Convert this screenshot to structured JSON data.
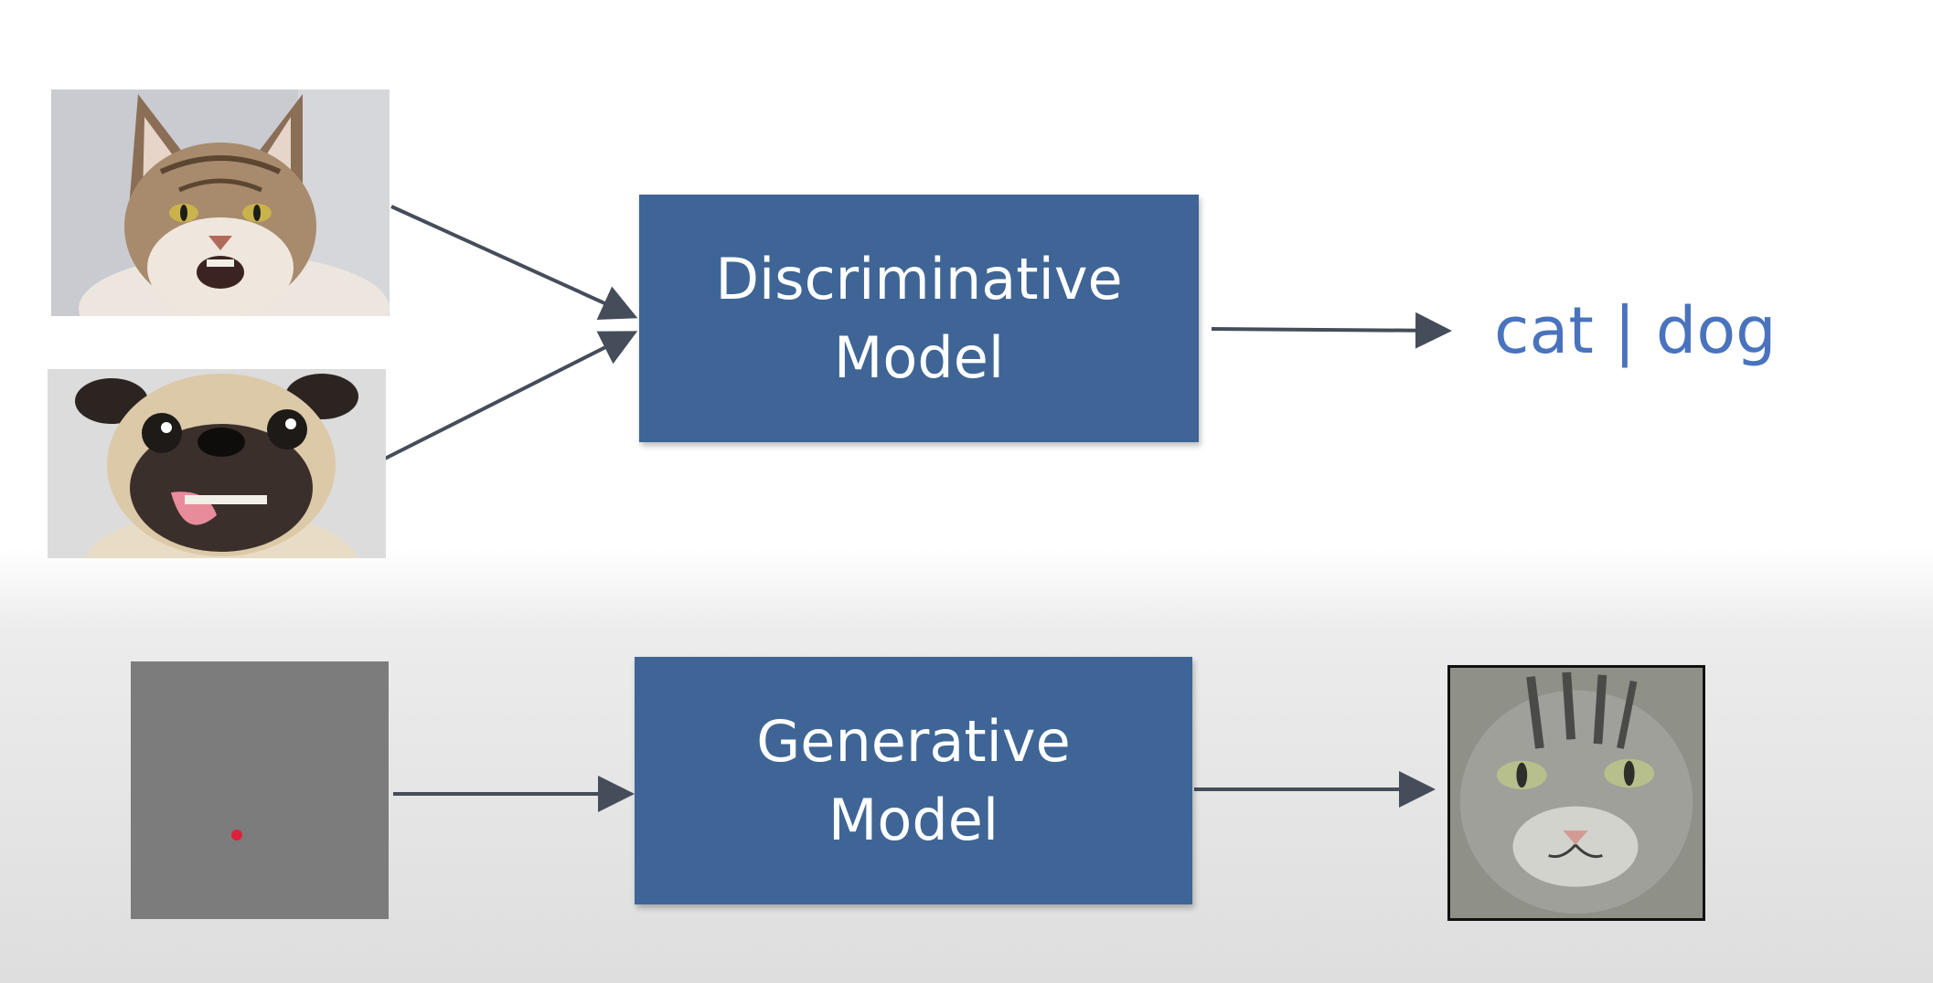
{
  "discriminative": {
    "line1": "Discriminative",
    "line2": "Model",
    "inputs": [
      {
        "name": "cat-photo",
        "subject": "maine coon cat"
      },
      {
        "name": "dog-photo",
        "subject": "pug"
      }
    ],
    "output": "cat | dog"
  },
  "generative": {
    "line1": "Generative",
    "line2": "Model",
    "input": {
      "name": "noise-square",
      "point_color": "#e0203a"
    },
    "output": {
      "name": "generated-cat-photo",
      "subject": "generated cat face"
    }
  },
  "colors": {
    "box": "#3e6595",
    "box_text": "#ffffff",
    "result_text": "#4a73bd",
    "arrow": "#454d5a",
    "noise_bg": "#7c7c7c"
  }
}
